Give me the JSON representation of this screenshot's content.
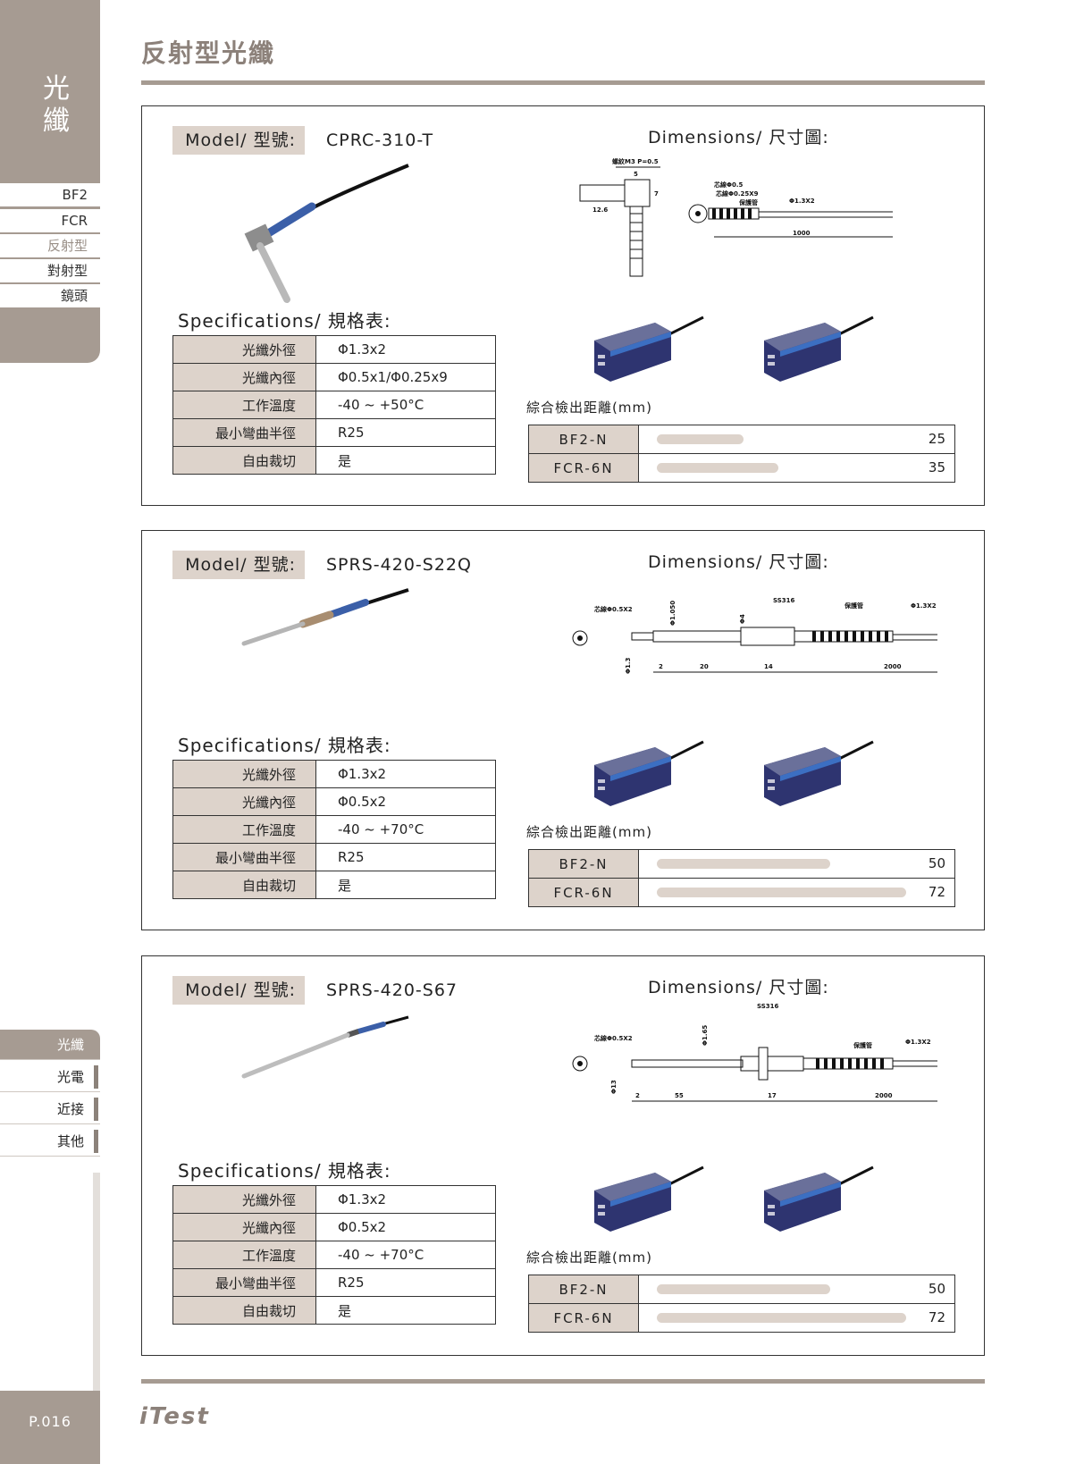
{
  "page": {
    "title": "反射型光纖",
    "page_number": "P.016",
    "brand": "iTest"
  },
  "sidebar": {
    "category": "光纖",
    "sub_items": [
      {
        "label": "BF2",
        "active": false
      },
      {
        "label": "FCR",
        "active": false
      },
      {
        "label": "反射型",
        "active": true
      },
      {
        "label": "對射型",
        "active": false
      },
      {
        "label": "鏡頭",
        "active": false
      }
    ],
    "nav": [
      {
        "label": "光纖",
        "active": true
      },
      {
        "label": "光電",
        "active": false
      },
      {
        "label": "近接",
        "active": false
      },
      {
        "label": "其他",
        "active": false
      }
    ]
  },
  "labels": {
    "model": "Model/ 型號:",
    "dimensions": "Dimensions/ 尺寸圖:",
    "specifications": "Specifications/ 規格表:",
    "range": "綜合檢出距離(mm)"
  },
  "products": [
    {
      "model": "CPRC-310-T",
      "specs": [
        {
          "key": "光纖外徑",
          "value": "Φ1.3x2"
        },
        {
          "key": "光纖內徑",
          "value": "Φ0.5x1/Φ0.25x9"
        },
        {
          "key": "工作溫度",
          "value": "-40 ~ +50°C"
        },
        {
          "key": "最小彎曲半徑",
          "value": "R25"
        },
        {
          "key": "自由裁切",
          "value": "是"
        }
      ],
      "ranges": [
        {
          "amp": "BF2-N",
          "value": 25,
          "display": "25"
        },
        {
          "amp": "FCR-6N",
          "value": 35,
          "display": "35"
        }
      ],
      "dim_labels": [
        "螺紋M3 P=0.5",
        "5",
        "12.6",
        "7",
        "芯線Φ0.5",
        "芯線Φ0.25X9",
        "保護管",
        "Φ1.3X2",
        "1000"
      ]
    },
    {
      "model": "SPRS-420-S22Q",
      "specs": [
        {
          "key": "光纖外徑",
          "value": "Φ1.3x2"
        },
        {
          "key": "光纖內徑",
          "value": "Φ0.5x2"
        },
        {
          "key": "工作溫度",
          "value": "-40 ~ +70°C"
        },
        {
          "key": "最小彎曲半徑",
          "value": "R25"
        },
        {
          "key": "自由裁切",
          "value": "是"
        }
      ],
      "ranges": [
        {
          "amp": "BF2-N",
          "value": 50,
          "display": "50"
        },
        {
          "amp": "FCR-6N",
          "value": 72,
          "display": "72"
        }
      ],
      "dim_labels": [
        "芯線Φ0.5X2",
        "Φ1.050",
        "Φ4",
        "SS316",
        "保護管",
        "Φ1.3X2",
        "Φ1.3",
        "2",
        "20",
        "14",
        "2000"
      ]
    },
    {
      "model": "SPRS-420-S67",
      "specs": [
        {
          "key": "光纖外徑",
          "value": "Φ1.3x2"
        },
        {
          "key": "光纖內徑",
          "value": "Φ0.5x2"
        },
        {
          "key": "工作溫度",
          "value": "-40 ~ +70°C"
        },
        {
          "key": "最小彎曲半徑",
          "value": "R25"
        },
        {
          "key": "自由裁切",
          "value": "是"
        }
      ],
      "ranges": [
        {
          "amp": "BF2-N",
          "value": 50,
          "display": "50"
        },
        {
          "amp": "FCR-6N",
          "value": 72,
          "display": "72"
        }
      ],
      "dim_labels": [
        "SS316",
        "芯線Φ0.5X2",
        "Φ1.65",
        "Φ13",
        "2",
        "55",
        "17",
        "2000",
        "Φ1.3X2",
        "保護管"
      ]
    }
  ],
  "colors": {
    "accent": "#a69b92",
    "label_fill": "#ddd3cb",
    "title": "#8c817a"
  }
}
